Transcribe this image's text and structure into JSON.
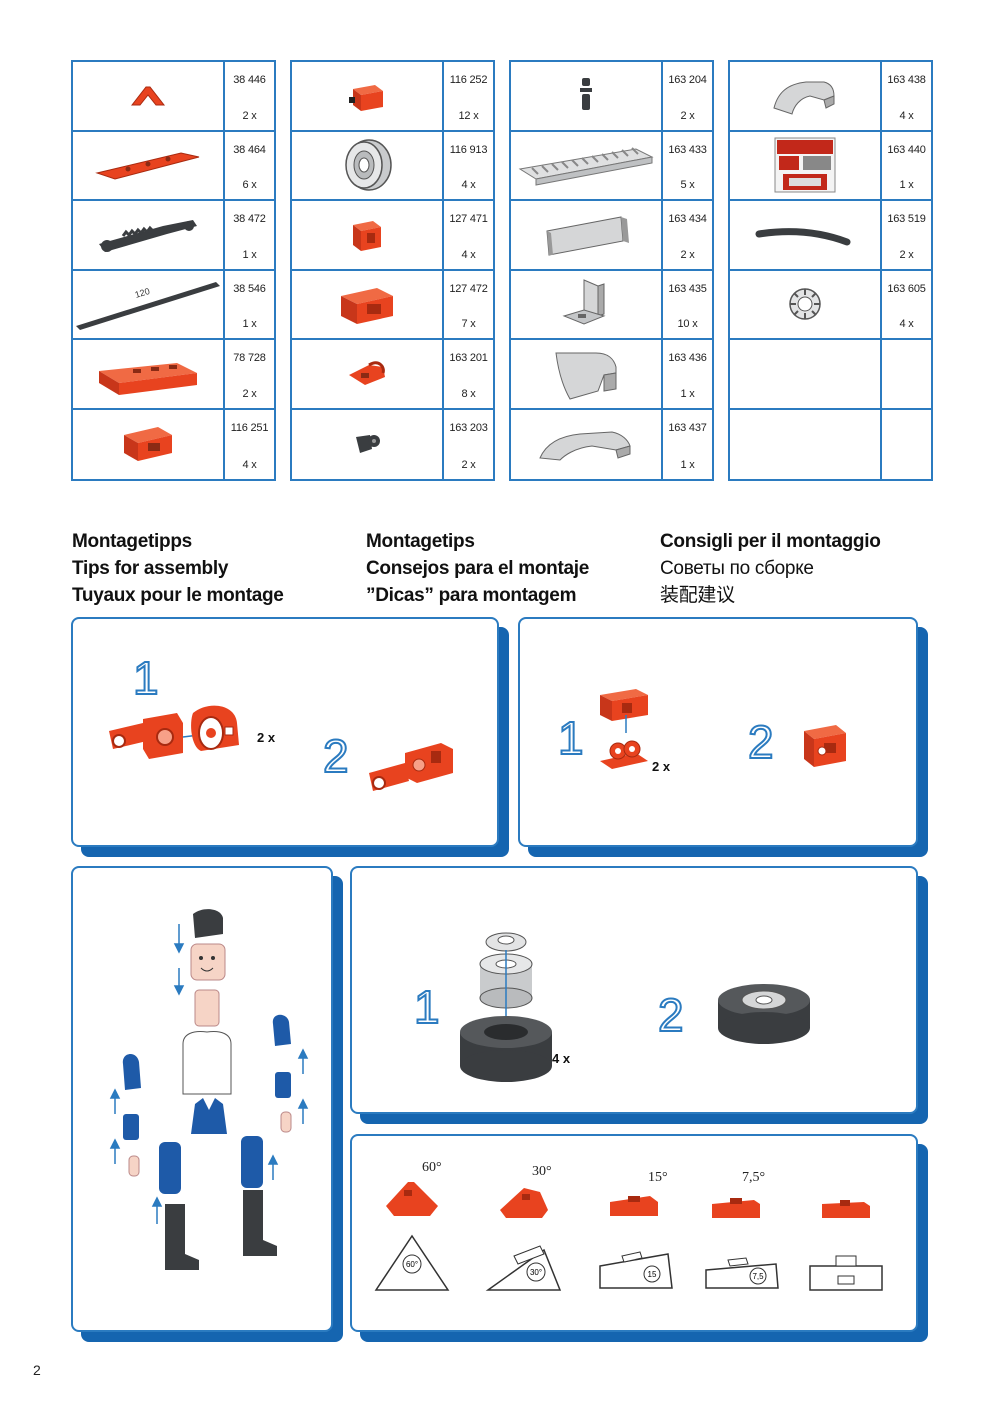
{
  "parts": {
    "col1": [
      {
        "number": "38 446",
        "qty": "2 x",
        "icon": "red-angle-block-icon"
      },
      {
        "number": "38 464",
        "qty": "6 x",
        "icon": "red-flat-plate-icon"
      },
      {
        "number": "38 472",
        "qty": "1 x",
        "icon": "black-gear-rack-icon"
      },
      {
        "number": "38 546",
        "qty": "1 x",
        "icon": "black-long-strip-icon"
      },
      {
        "number": "78 728",
        "qty": "2 x",
        "icon": "red-building-plate-icon"
      },
      {
        "number": "116 251",
        "qty": "4 x",
        "icon": "red-building-block-icon"
      }
    ],
    "col2": [
      {
        "number": "116 252",
        "qty": "12 x",
        "icon": "red-small-block-icon"
      },
      {
        "number": "116 913",
        "qty": "4 x",
        "icon": "grey-hub-wheel-icon"
      },
      {
        "number": "127 471",
        "qty": "4 x",
        "icon": "red-u-block-icon"
      },
      {
        "number": "127 472",
        "qty": "7 x",
        "icon": "red-frame-block-icon"
      },
      {
        "number": "163 201",
        "qty": "8 x",
        "icon": "red-joint-block-icon"
      },
      {
        "number": "163 203",
        "qty": "2 x",
        "icon": "black-connector-icon"
      }
    ],
    "col3": [
      {
        "number": "163 204",
        "qty": "2 x",
        "icon": "black-peg-icon"
      },
      {
        "number": "163 433",
        "qty": "5 x",
        "icon": "grey-grille-plate-icon"
      },
      {
        "number": "163 434",
        "qty": "2 x",
        "icon": "grey-panel-icon"
      },
      {
        "number": "163 435",
        "qty": "10 x",
        "icon": "grey-bracket-icon"
      },
      {
        "number": "163 436",
        "qty": "1 x",
        "icon": "grey-fender-large-icon"
      },
      {
        "number": "163 437",
        "qty": "1 x",
        "icon": "grey-fender-small-icon"
      }
    ],
    "col4": [
      {
        "number": "163 438",
        "qty": "4 x",
        "icon": "grey-fender-icon"
      },
      {
        "number": "163 440",
        "qty": "1 x",
        "icon": "sticker-sheet-icon"
      },
      {
        "number": "163 519",
        "qty": "2 x",
        "icon": "black-hose-icon"
      },
      {
        "number": "163 605",
        "qty": "4 x",
        "icon": "grey-hub-nut-icon"
      },
      {
        "number": "",
        "qty": "",
        "icon": ""
      },
      {
        "number": "",
        "qty": "",
        "icon": ""
      }
    ],
    "strip_label": "120"
  },
  "headings": {
    "de": "Montagetipps",
    "en": "Tips for assembly",
    "fr": "Tuyaux pour le montage",
    "nl": "Montagetips",
    "es": "Consejos para el montaje",
    "pt": "”Dicas” para montagem",
    "it": "Consigli per il montaggio",
    "ru": "Советы по сборке",
    "zh": "装配建议"
  },
  "tips": {
    "panel1": {
      "step1": "1",
      "step2": "2",
      "qty": "2 x"
    },
    "panel2": {
      "step1": "1",
      "step2": "2",
      "qty": "2 x"
    },
    "panel4": {
      "step1": "1",
      "step2": "2",
      "qty": "4 x"
    },
    "angles": [
      "60°",
      "30°",
      "15°",
      "7,5°"
    ],
    "angle_marks": [
      "60°",
      "30°",
      "15",
      "7,5"
    ]
  },
  "colors": {
    "accent": "#2b7bc0",
    "shadow": "#1565b0",
    "part_red": "#e8431f",
    "part_dark": "#3a3d40"
  },
  "page_number": "2"
}
